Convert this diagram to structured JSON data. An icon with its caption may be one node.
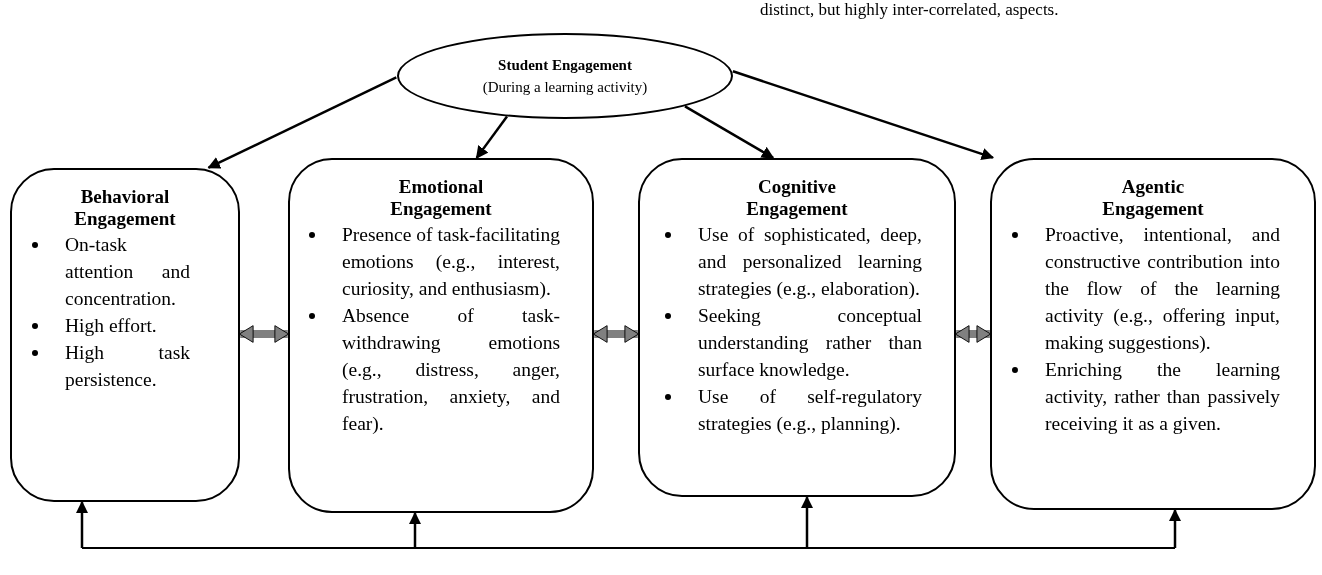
{
  "diagram": {
    "nodes": [
      {
        "text": [
          "Student Engagement",
          "(During a learning activity)"
        ]
      },
      {
        "text": [
          "Behavioral Engagement",
          "On-task attention and concentration.",
          "High effort.",
          "High task persistence."
        ]
      },
      {
        "text": [
          "Emotional Engagement",
          "Presence of task-facilitating emotions (e.g., interest, curiosity, and enthusiasm).",
          "Absence of task-withdrawing emotions (e.g., distress, anger, frustration, anxiety, and fear)."
        ]
      },
      {
        "text": [
          "Cognitive Engagement",
          "Use of sophisticated, deep, and personalized learning strategies (e.g., elaboration).",
          "Seeking conceptual understanding rather than surface knowledge.",
          "Use of self-regulatory strategies (e.g., planning)."
        ]
      },
      {
        "text": [
          "Agentic Engagement",
          "Proactive, intentional, and constructive contribution into the flow of the learning activity (e.g., offering input, making suggestions).",
          "Enriching the learning activity, rather than passively receiving it as a given."
        ]
      }
    ],
    "edges": [
      {
        "from": 0,
        "to": 1,
        "arrow": "to"
      },
      {
        "from": 0,
        "to": 2,
        "arrow": "to"
      },
      {
        "from": 0,
        "to": 3,
        "arrow": "to"
      },
      {
        "from": 0,
        "to": 4,
        "arrow": "to"
      },
      {
        "from": 1,
        "to": 2,
        "arrow": "both",
        "style": "thick",
        "color": "#808080"
      },
      {
        "from": 2,
        "to": 3,
        "arrow": "both",
        "style": "thick",
        "color": "#808080"
      },
      {
        "from": 3,
        "to": 4,
        "arrow": "both",
        "style": "thick",
        "color": "#808080"
      },
      {
        "from": null,
        "to": 1,
        "arrow": "to"
      },
      {
        "from": null,
        "to": 2,
        "arrow": "to"
      },
      {
        "from": null,
        "to": 3,
        "arrow": "to"
      },
      {
        "from": null,
        "to": 4,
        "arrow": "to"
      }
    ],
    "labels": [
      "distinct, but highly inter-correlated, aspects."
    ]
  }
}
